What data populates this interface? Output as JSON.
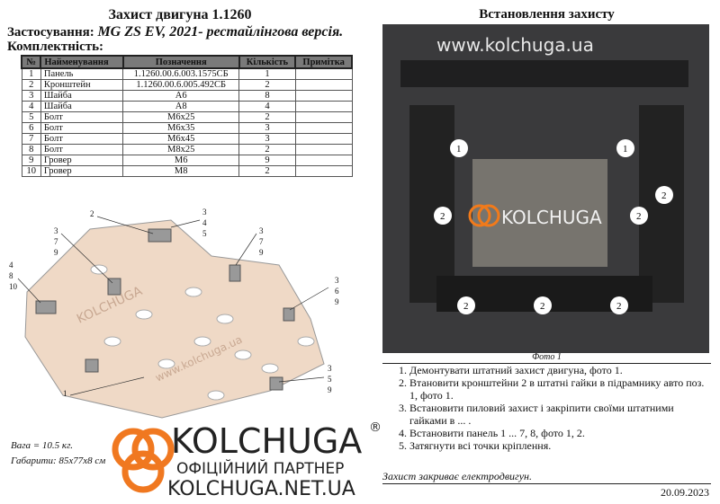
{
  "title": "Захист двигуна 1.1260",
  "application_label": "Застосування:",
  "application_value": "MG ZS EV, 2021- рестайлінгова версія.",
  "kit_label": "Комплектність:",
  "table": {
    "headers": [
      "№",
      "Найменування",
      "Позначення",
      "Кількість",
      "Примітка"
    ],
    "rows": [
      [
        "1",
        "Панель",
        "1.1260.00.6.003.1575СБ",
        "1",
        ""
      ],
      [
        "2",
        "Кронштейн",
        "1.1260.00.6.005.492СБ",
        "2",
        ""
      ],
      [
        "3",
        "Шайба",
        "А6",
        "8",
        ""
      ],
      [
        "4",
        "Шайба",
        "А8",
        "4",
        ""
      ],
      [
        "5",
        "Болт",
        "М6х25",
        "2",
        ""
      ],
      [
        "6",
        "Болт",
        "М6х35",
        "3",
        ""
      ],
      [
        "7",
        "Болт",
        "М6х45",
        "3",
        ""
      ],
      [
        "8",
        "Болт",
        "М8х25",
        "2",
        ""
      ],
      [
        "9",
        "Гровер",
        "М6",
        "9",
        ""
      ],
      [
        "10",
        "Гровер",
        "М8",
        "2",
        ""
      ]
    ]
  },
  "diagram": {
    "callouts": [
      "2",
      "3\n4\n5",
      "3\n7\n9",
      "3\n7\n9",
      "4\n8\n10",
      "3\n6\n9",
      "3\n5\n9",
      "1"
    ],
    "logo": "KOLCHUGA",
    "site": "www.kolchuga.ua"
  },
  "weight": "Вага = 10.5 кг.",
  "dimensions": "Габарити: 85х77х8 см",
  "install_title": "Встановлення захисту",
  "photo": {
    "site": "www.kolchuga.ua",
    "logo": "KOLCHUGA",
    "markers": [
      "1",
      "1",
      "2",
      "2",
      "2",
      "2",
      "2",
      "2"
    ],
    "caption": "Фото 1"
  },
  "steps": [
    "Демонтувати штатний захист двигуна, фото 1.",
    "Втановити кронштейни 2 в штатні гайки в підрамнику авто поз. 1, фото 1.",
    "Встановити пиловий захист і закріпити своїми штатними гайками в ... .",
    "Встановити панель 1 ... 7, 8, фото 1, 2.",
    "Затягнути всі точки кріплення."
  ],
  "note": "Захист закриває електродвигун.",
  "date": "20.09.2023",
  "watermark": {
    "brand": "KOLCHUGA",
    "reg": "®",
    "partner": "ОФІЦІЙНИЙ ПАРТНЕР",
    "site": "KOLCHUGA.NET.UA"
  }
}
